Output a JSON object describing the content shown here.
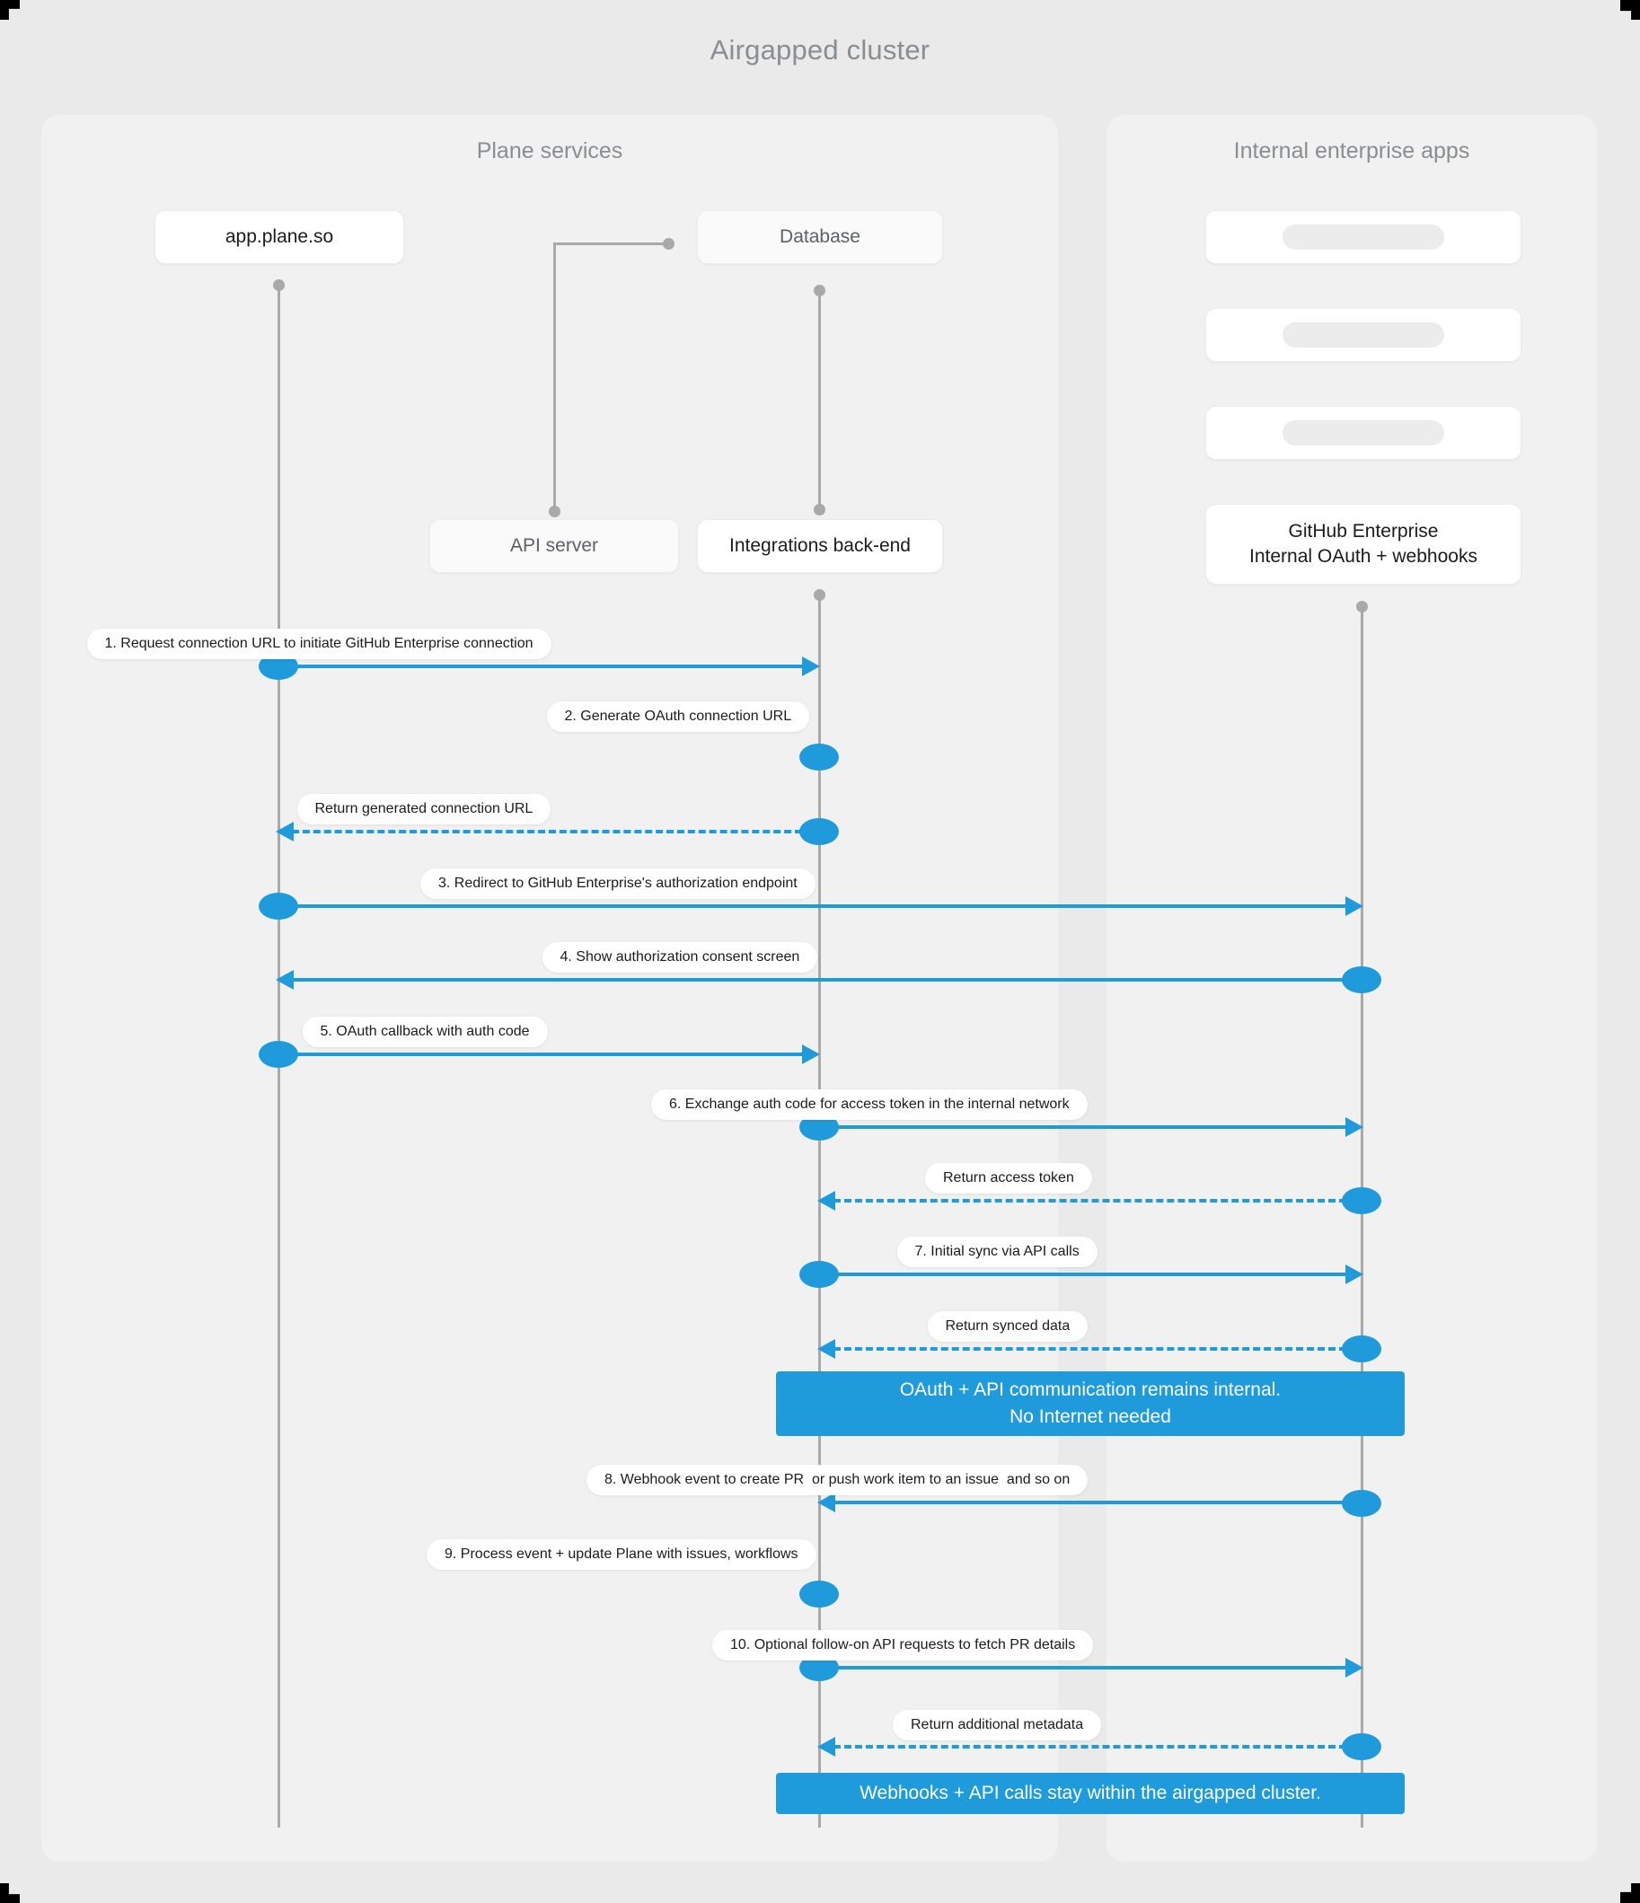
{
  "diagram": {
    "title": "Airgapped cluster",
    "accent_color": "#1f9bdc",
    "lifeline_color": "#a9a9a9",
    "background_color": "#eaeaea",
    "group_color": "#f1f1f1"
  },
  "groups": [
    {
      "id": "plane",
      "title": "Plane services"
    },
    {
      "id": "enterprise",
      "title": "Internal enterprise apps"
    }
  ],
  "nodes": [
    {
      "id": "app",
      "label": "app.plane.so",
      "group": "plane"
    },
    {
      "id": "db",
      "label": "Database",
      "group": "plane"
    },
    {
      "id": "api",
      "label": "API server",
      "group": "plane"
    },
    {
      "id": "integrations",
      "label": "Integrations back-end",
      "group": "plane"
    },
    {
      "id": "ph1",
      "label": "",
      "group": "enterprise"
    },
    {
      "id": "ph2",
      "label": "",
      "group": "enterprise"
    },
    {
      "id": "ph3",
      "label": "",
      "group": "enterprise"
    },
    {
      "id": "ghe",
      "label_line1": "GitHub Enterprise",
      "label_line2": "Internal OAuth + webhooks",
      "group": "enterprise"
    }
  ],
  "messages": [
    {
      "n": "1",
      "text": "1. Request connection URL to initiate GitHub Enterprise connection",
      "from": "app",
      "to": "integrations",
      "style": "solid"
    },
    {
      "n": "2",
      "text": "2. Generate OAuth connection URL",
      "from": "integrations",
      "to": "integrations",
      "style": "self"
    },
    {
      "n": "",
      "text": "Return generated connection URL",
      "from": "integrations",
      "to": "app",
      "style": "dashed"
    },
    {
      "n": "3",
      "text": "3. Redirect to GitHub Enterprise's authorization endpoint",
      "from": "app",
      "to": "ghe",
      "style": "solid"
    },
    {
      "n": "4",
      "text": "4. Show authorization consent screen",
      "from": "ghe",
      "to": "app",
      "style": "solid"
    },
    {
      "n": "5",
      "text": "5. OAuth callback with auth code",
      "from": "app",
      "to": "integrations",
      "style": "solid"
    },
    {
      "n": "6",
      "text": "6. Exchange auth code for access token in the internal network",
      "from": "integrations",
      "to": "ghe",
      "style": "solid"
    },
    {
      "n": "",
      "text": "Return access token",
      "from": "ghe",
      "to": "integrations",
      "style": "dashed"
    },
    {
      "n": "7",
      "text": "7. Initial sync via API calls",
      "from": "integrations",
      "to": "ghe",
      "style": "solid"
    },
    {
      "n": "",
      "text": "Return synced data",
      "from": "ghe",
      "to": "integrations",
      "style": "dashed"
    },
    {
      "n": "8",
      "text": "8. Webhook event to create PR  or push work item to an issue  and so on",
      "from": "ghe",
      "to": "integrations",
      "style": "solid"
    },
    {
      "n": "9",
      "text": "9. Process event + update Plane with issues, workflows",
      "from": "integrations",
      "to": "integrations",
      "style": "self"
    },
    {
      "n": "10",
      "text": "10. Optional follow-on API requests to fetch PR details",
      "from": "integrations",
      "to": "ghe",
      "style": "solid"
    },
    {
      "n": "",
      "text": "Return additional metadata",
      "from": "ghe",
      "to": "integrations",
      "style": "dashed"
    }
  ],
  "notes": [
    {
      "id": "note1",
      "line1": "OAuth + API communication remains internal.",
      "line2": "No Internet needed"
    },
    {
      "id": "note2",
      "line1": "Webhooks + API calls stay within the airgapped cluster.",
      "line2": ""
    }
  ]
}
